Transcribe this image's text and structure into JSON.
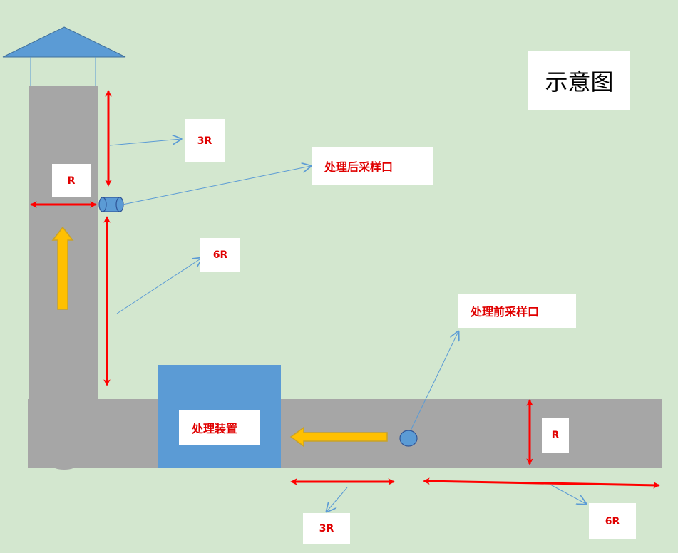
{
  "title": "示意图",
  "labels": {
    "upper_3r": "3R",
    "after_port": "处理后采样口",
    "stack_r": "R",
    "stack_6r": "6R",
    "before_port": "处理前采样口",
    "device": "处理装置",
    "duct_r": "R",
    "bottom_3r": "3R",
    "bottom_6r": "6R"
  },
  "colors": {
    "background": "#d3e7cf",
    "duct": "#a6a6a6",
    "device": "#5b9bd5",
    "roof": "#5b9bd5",
    "dimension_arrow": "#ff0000",
    "flow_arrow": "#ffc000",
    "leader_line": "#5b9bd5",
    "label_text": "#e00000"
  }
}
